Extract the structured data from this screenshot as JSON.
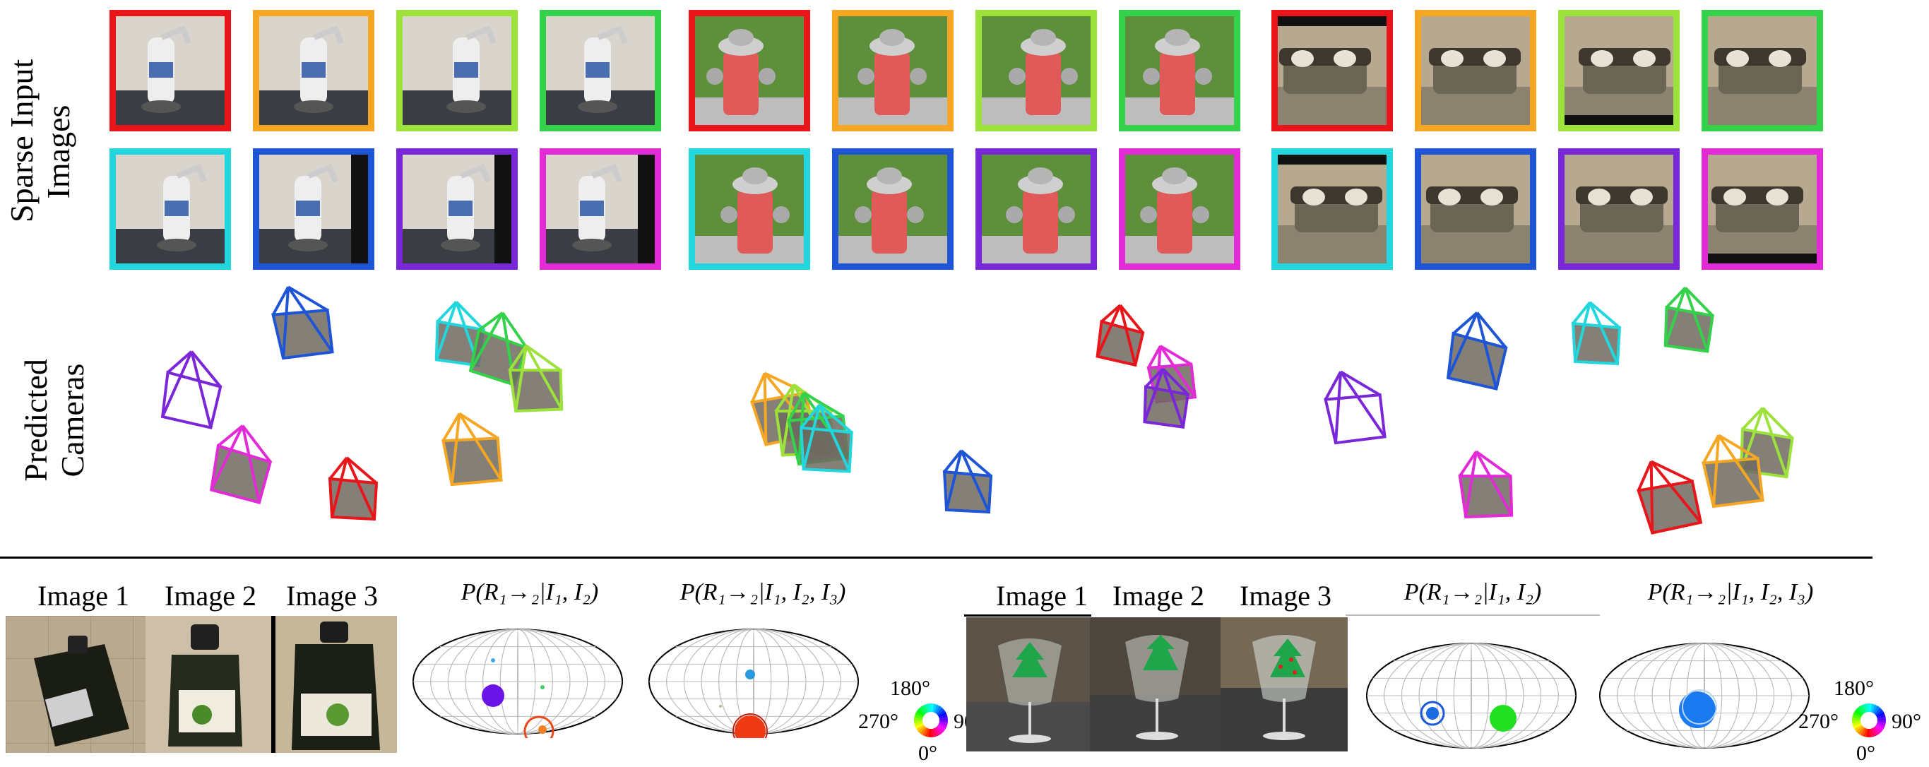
{
  "row_labels": {
    "sparse_input_line1": "Sparse Input",
    "sparse_input_line2": "Images",
    "predicted_line1": "Predicted",
    "predicted_line2": "Cameras"
  },
  "camera_colors": [
    "#e8161b",
    "#f5a623",
    "#9de23a",
    "#34d14b",
    "#22d6dd",
    "#1e55d6",
    "#7a26d9",
    "#e22ad6"
  ],
  "scenes": [
    {
      "name": "robot",
      "thumb_theme": [
        "#d9d5cc",
        "#8f9ba6",
        "#4a6fb0",
        "#2f2f2f"
      ]
    },
    {
      "name": "hydrant",
      "thumb_theme": [
        "#5e8f3a",
        "#e05a5a",
        "#bdbdbd",
        "#7c8c4a"
      ]
    },
    {
      "name": "couch",
      "thumb_theme": [
        "#6b6556",
        "#8c8270",
        "#3d372e",
        "#b7a98f"
      ]
    }
  ],
  "bottom_left": {
    "titles": [
      "Image 1",
      "Image 2",
      "Image 3"
    ],
    "prob1": "P(R₁→₂|I₁, I₂)",
    "prob2": "P(R₁→₂|I₁, I₂, I₃)"
  },
  "bottom_right": {
    "titles": [
      "Image 1",
      "Image 2",
      "Image 3"
    ],
    "prob1": "P(R₁→₂|I₁, I₂)",
    "prob2": "P(R₁→₂|I₁, I₂, I₃)"
  },
  "legend": {
    "top": "180°",
    "left": "270°",
    "right": "90°",
    "bottom": "0°"
  }
}
